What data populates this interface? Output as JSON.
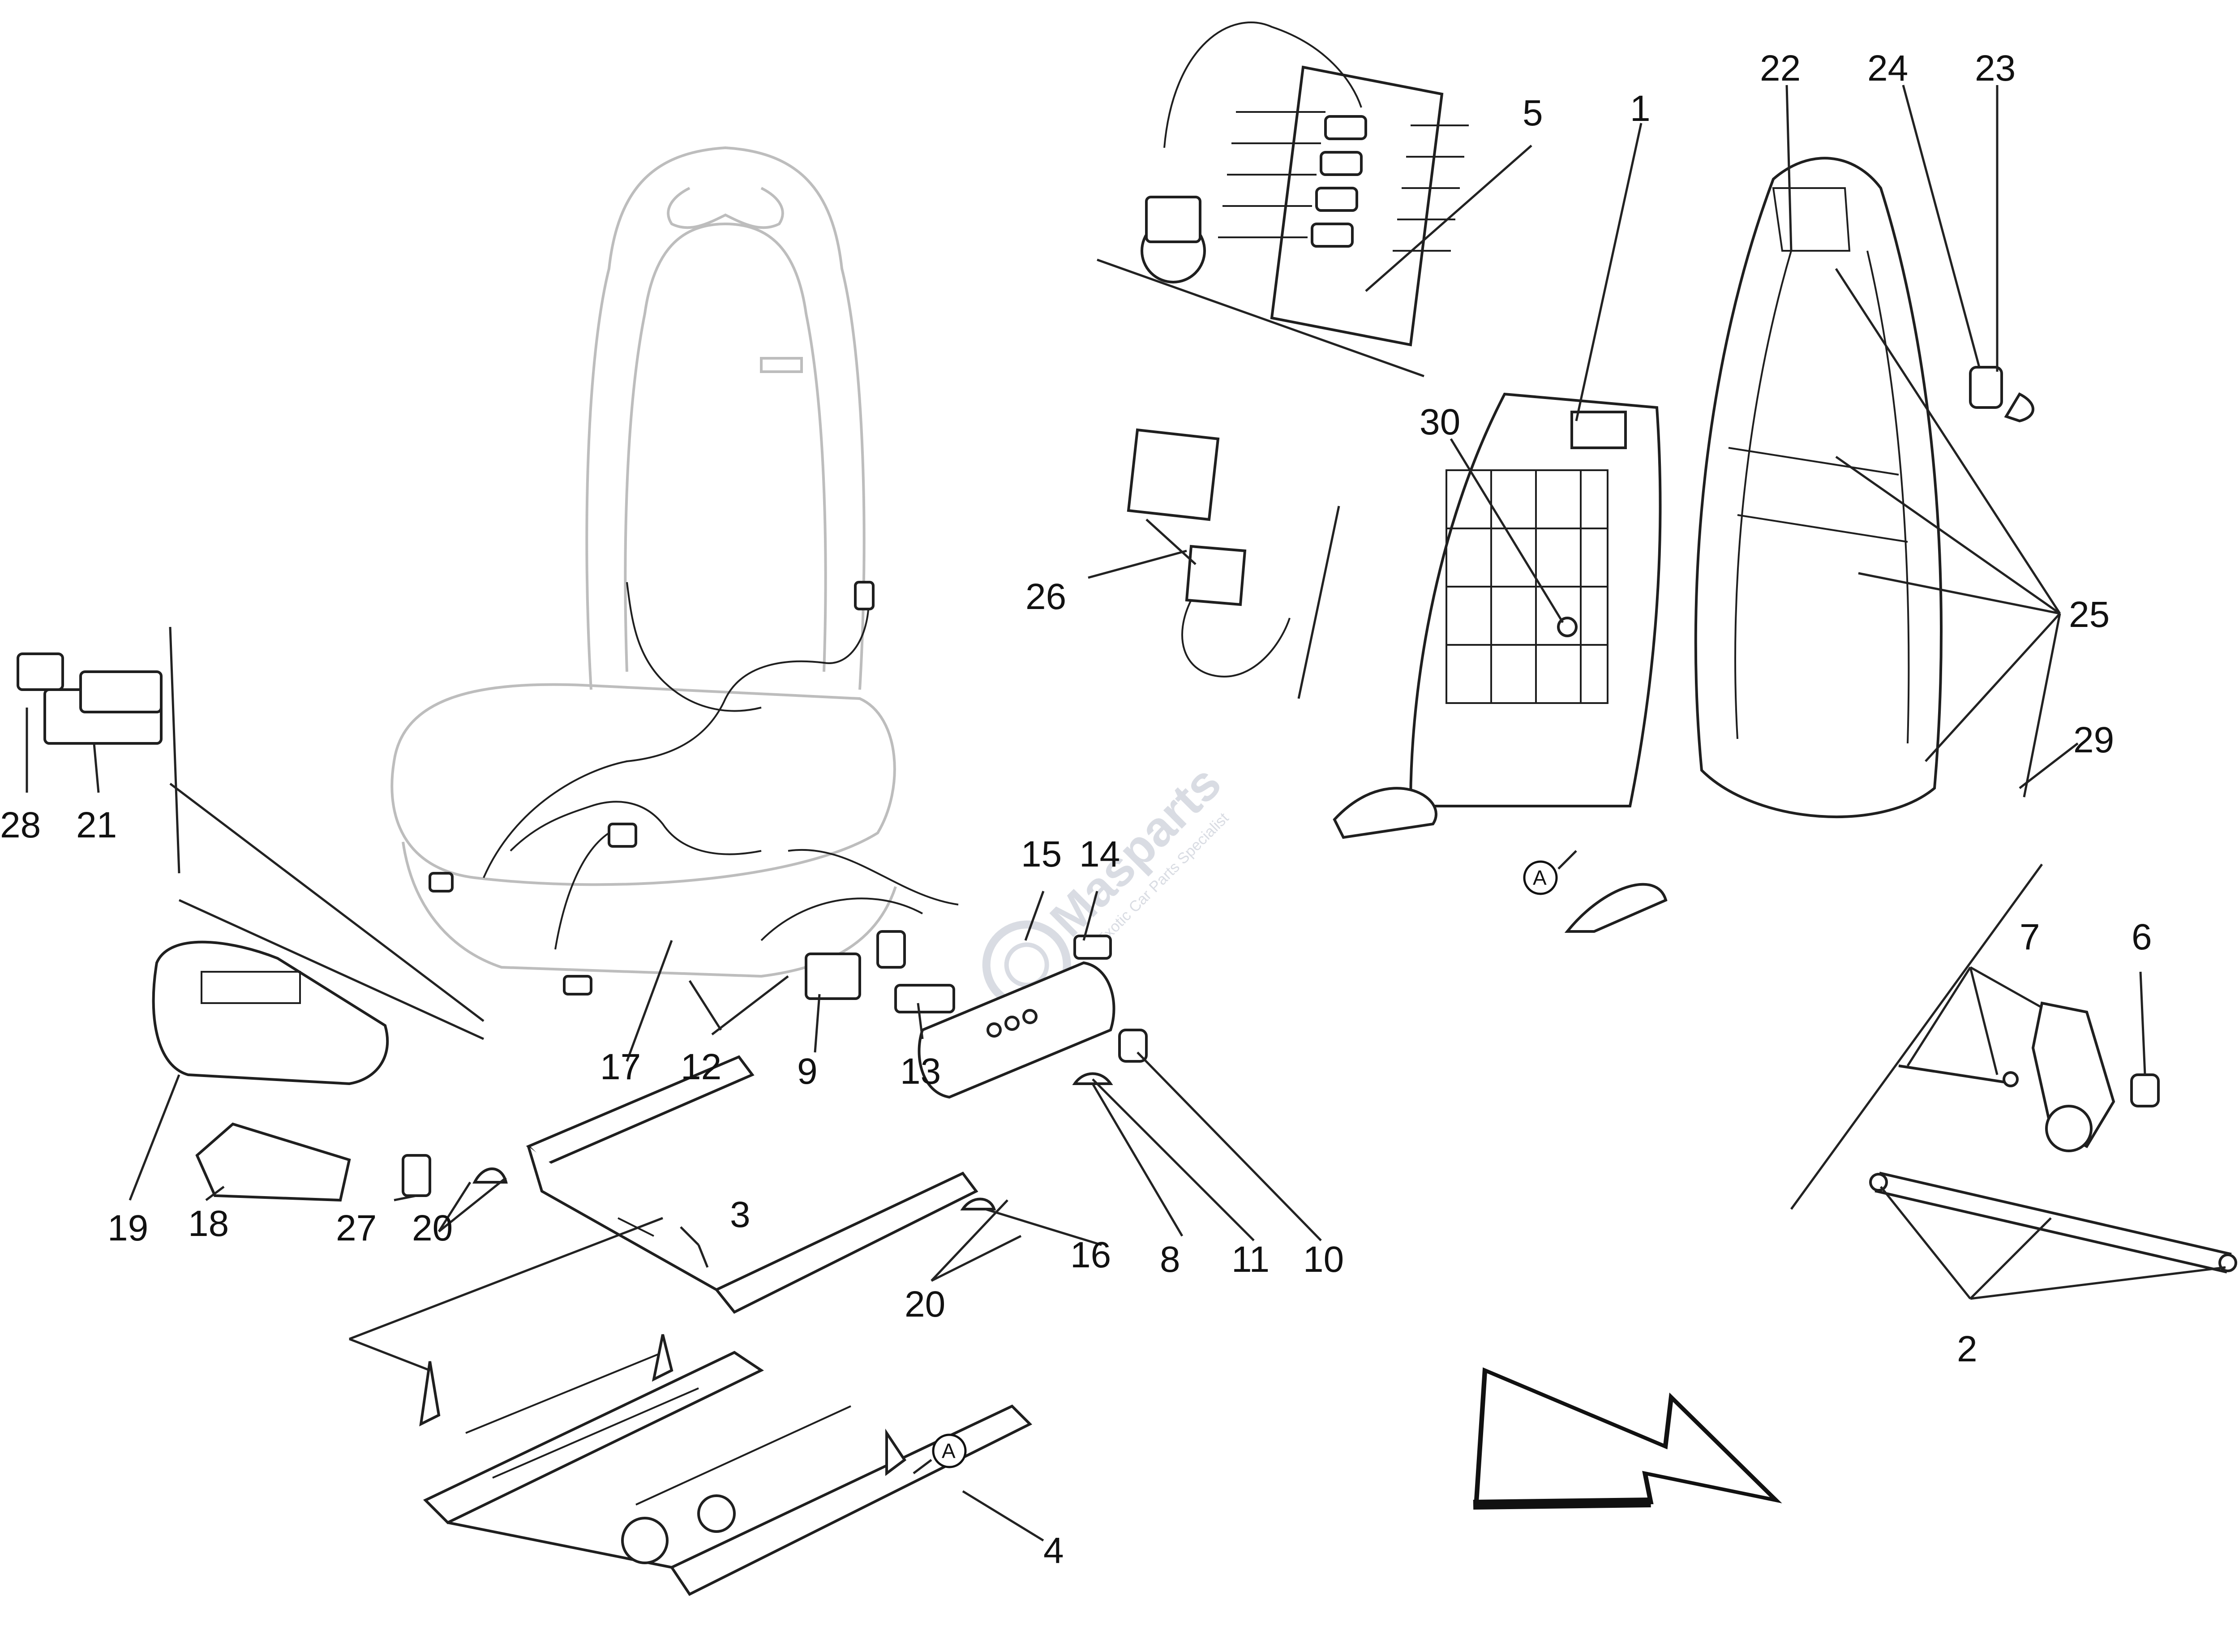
{
  "watermark": {
    "brand": "Masparts",
    "tagline": "Exotic Car Parts Specialist"
  },
  "reference_marker": "A",
  "callouts": [
    "1",
    "2",
    "3",
    "4",
    "5",
    "6",
    "7",
    "8",
    "9",
    "10",
    "11",
    "12",
    "13",
    "14",
    "15",
    "16",
    "17",
    "18",
    "19",
    "20",
    "20",
    "21",
    "22",
    "23",
    "24",
    "25",
    "26",
    "27",
    "28",
    "29",
    "30"
  ],
  "icons": {
    "direction_arrow": "front-direction-arrow-icon",
    "reference_marker": "circled-a-icon"
  }
}
